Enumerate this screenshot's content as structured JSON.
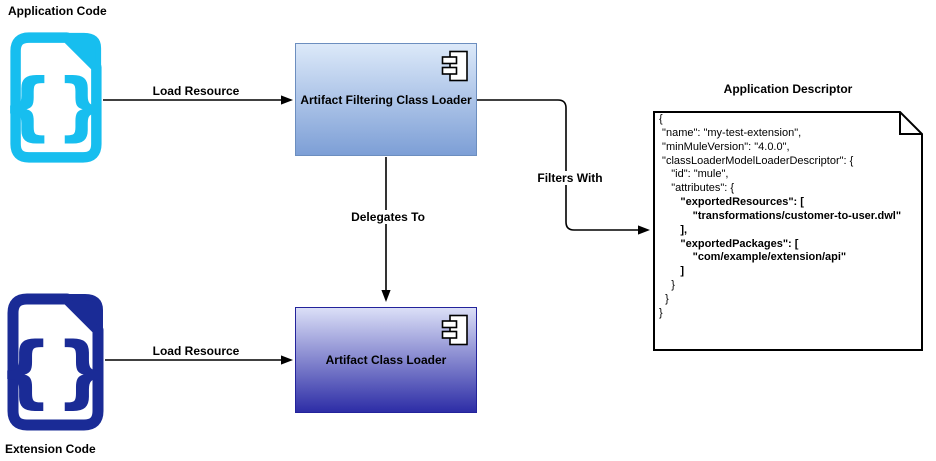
{
  "diagram": {
    "application_code": {
      "label": "Application Code",
      "glyph": "{}",
      "color": "#17beef"
    },
    "extension_code": {
      "label": "Extension Code",
      "glyph": "{}",
      "color": "#1a2b96"
    },
    "nodes": {
      "artifact_filtering_class_loader": {
        "label": "Artifact Filtering Class Loader"
      },
      "artifact_class_loader": {
        "label": "Artifact Class Loader"
      }
    },
    "edges": {
      "load_resource_app": {
        "label": "Load Resource"
      },
      "load_resource_ext": {
        "label": "Load Resource"
      },
      "delegates_to": {
        "label": "Delegates To"
      },
      "filters_with": {
        "label": "Filters With"
      }
    },
    "descriptor": {
      "title": "Application Descriptor",
      "lines": [
        {
          "text": "{",
          "bold": false
        },
        {
          "text": " \"name\": \"my-test-extension\",",
          "bold": false
        },
        {
          "text": " \"minMuleVersion\": \"4.0.0\",",
          "bold": false
        },
        {
          "text": " \"classLoaderModelLoaderDescriptor\": {",
          "bold": false
        },
        {
          "text": "    \"id\": \"mule\",",
          "bold": false
        },
        {
          "text": "    \"attributes\": {",
          "bold": false
        },
        {
          "text": "       \"exportedResources\": [",
          "bold": true
        },
        {
          "text": "           \"transformations/customer-to-user.dwl\"",
          "bold": true
        },
        {
          "text": "       ],",
          "bold": true
        },
        {
          "text": "       \"exportedPackages\": [",
          "bold": true
        },
        {
          "text": "           \"com/example/extension/api\"",
          "bold": true
        },
        {
          "text": "       ]",
          "bold": true
        },
        {
          "text": "    }",
          "bold": false
        },
        {
          "text": "  }",
          "bold": false
        },
        {
          "text": "}",
          "bold": false
        }
      ]
    },
    "colors": {
      "application_code_icon": "#17beef",
      "extension_code_icon": "#1a2b96",
      "filtering_box_gradient_top": "#dce9f9",
      "filtering_box_gradient_bottom": "#7d9fd6",
      "filtering_box_border": "#6c8ebf",
      "class_loader_box_gradient_top": "#dbdff7",
      "class_loader_box_gradient_bottom": "#2d2da6",
      "class_loader_box_border": "#23239b",
      "connector": "#000000"
    }
  }
}
